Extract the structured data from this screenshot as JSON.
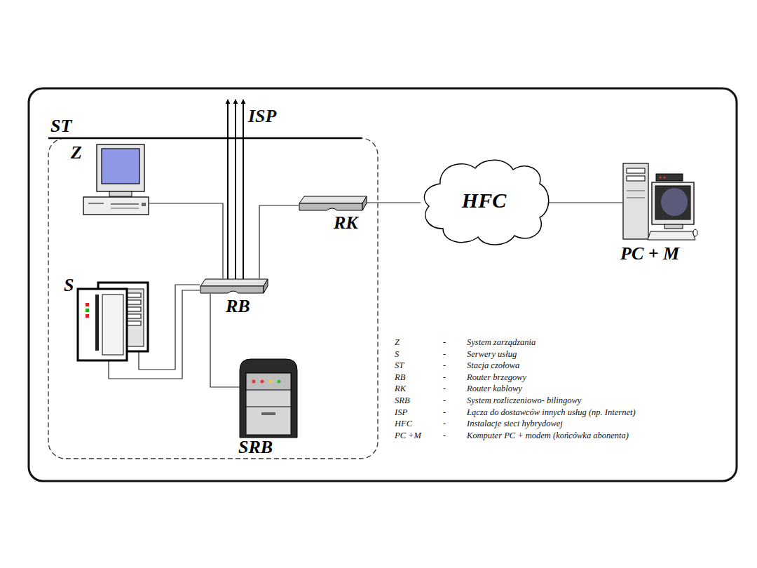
{
  "diagram": {
    "nodes": [
      {
        "text": [
          "ST"
        ]
      },
      {
        "text": [
          "Z"
        ],
        "in": 0
      },
      {
        "text": [
          "S"
        ],
        "in": 0
      },
      {
        "text": [
          "RB"
        ],
        "in": 0
      },
      {
        "text": [
          "SRB"
        ],
        "in": 0
      },
      {
        "text": [
          "RK"
        ],
        "in": 0
      },
      {
        "text": [
          "HFC"
        ]
      },
      {
        "text": [
          "PC + M"
        ]
      }
    ],
    "edges": [
      {
        "from": 1,
        "to": 3,
        "arrow": "none"
      },
      {
        "from": 2,
        "to": 3,
        "arrow": "none"
      },
      {
        "from": 2,
        "to": 3,
        "arrow": "none"
      },
      {
        "from": 4,
        "to": 3,
        "arrow": "none"
      },
      {
        "from": 3,
        "to": 5,
        "arrow": "none"
      },
      {
        "from": 5,
        "to": 6,
        "arrow": "none"
      },
      {
        "from": 6,
        "to": 7,
        "arrow": "none"
      }
    ],
    "labels": [
      "ISP",
      "Z",
      "-",
      "System  zarządzania",
      "S",
      "-",
      "Serwery usług",
      "ST",
      "-",
      "Stacja czołowa",
      "RB",
      "-",
      "Router brzegowy",
      "RK",
      "-",
      "Router kablowy",
      "SRB",
      "-",
      "System rozliczeniowo- bilingowy",
      "ISP",
      "-",
      "Łącza do dostawców innych usług  (np. Internet)",
      "HFC",
      "-",
      "Instalacje sieci hybrydowej",
      "PC +M",
      "-",
      "Komputer PC + modem (końcówka abonenta)"
    ]
  }
}
